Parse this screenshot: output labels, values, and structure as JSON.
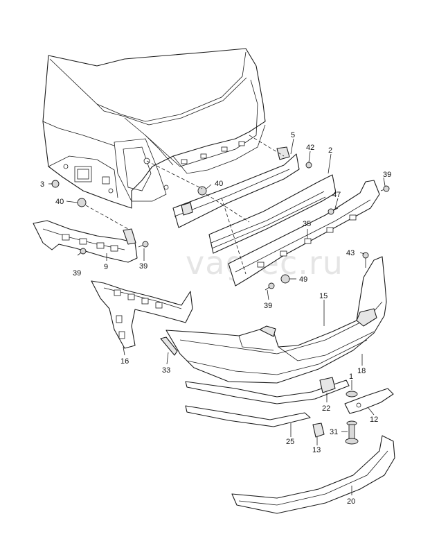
{
  "watermark": "vagtec.ru",
  "callouts": [
    {
      "id": "c3",
      "label": "3"
    },
    {
      "id": "c40a",
      "label": "40"
    },
    {
      "id": "c9",
      "label": "9"
    },
    {
      "id": "c39a",
      "label": "39"
    },
    {
      "id": "c39b",
      "label": "39"
    },
    {
      "id": "c16",
      "label": "16"
    },
    {
      "id": "c33",
      "label": "33"
    },
    {
      "id": "c40b",
      "label": "40"
    },
    {
      "id": "c5",
      "label": "5"
    },
    {
      "id": "c42",
      "label": "42"
    },
    {
      "id": "c2",
      "label": "2"
    },
    {
      "id": "c39c",
      "label": "39"
    },
    {
      "id": "c47",
      "label": "47"
    },
    {
      "id": "c35",
      "label": "35"
    },
    {
      "id": "c43",
      "label": "43"
    },
    {
      "id": "c49",
      "label": "49"
    },
    {
      "id": "c39d",
      "label": "39"
    },
    {
      "id": "c15",
      "label": "15"
    },
    {
      "id": "c18",
      "label": "18"
    },
    {
      "id": "c1",
      "label": "1"
    },
    {
      "id": "c22",
      "label": "22"
    },
    {
      "id": "c12",
      "label": "12"
    },
    {
      "id": "c31",
      "label": "31"
    },
    {
      "id": "c25",
      "label": "25"
    },
    {
      "id": "c13",
      "label": "13"
    },
    {
      "id": "c20",
      "label": "20"
    }
  ]
}
